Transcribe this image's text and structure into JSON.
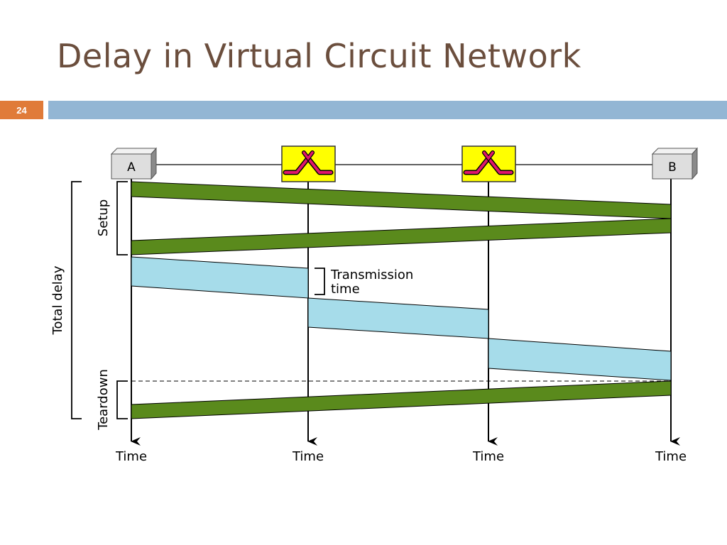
{
  "slide": {
    "title": "Delay in Virtual Circuit Network",
    "page_number": "24"
  },
  "diagram": {
    "endpoints": [
      {
        "label": "A"
      },
      {
        "label": "B"
      }
    ],
    "switches": [
      {
        "label": ""
      },
      {
        "label": ""
      }
    ],
    "axis_labels": [
      "Time",
      "Time",
      "Time",
      "Time"
    ],
    "labels": {
      "setup": "Setup",
      "teardown": "Teardown",
      "total_delay": "Total delay",
      "transmission_line1": "Transmission",
      "transmission_line2": "time"
    },
    "colors": {
      "title": "#6b4e3d",
      "badge": "#e07b39",
      "header_bar": "#93b6d4",
      "control_packet": "#5a8a1c",
      "data_packet": "#a6dcea",
      "switch": "#ffff00",
      "switch_icon": "#e0176c",
      "endpoint": "#dedede"
    }
  }
}
